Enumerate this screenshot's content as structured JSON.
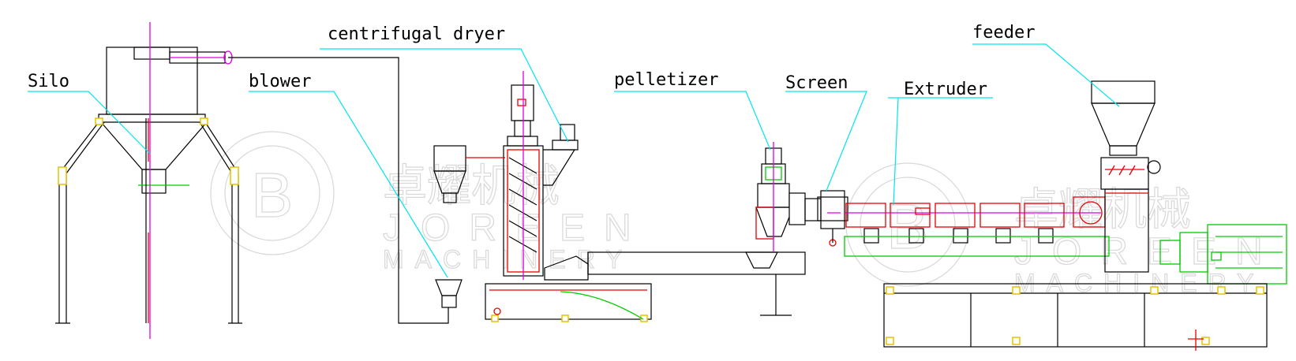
{
  "labels": {
    "silo": "Silo",
    "blower": "blower",
    "centrifugal_dryer": "centrifugal dryer",
    "pelletizer": "pelletizer",
    "screen": "Screen",
    "extruder": "Extruder",
    "feeder": "feeder"
  },
  "colors": {
    "outline": "#000000",
    "leader": "#00e5ee",
    "red": "#e60000",
    "magenta": "#e000e0",
    "green": "#00cc00",
    "yellow": "#e6c200",
    "watermark": "#d8d8d8"
  },
  "watermark": {
    "cn_text": "卓耀机械",
    "en_text": "JOREEN",
    "en_sub": "MACHINERY",
    "icon": "jb-logo-icon"
  }
}
